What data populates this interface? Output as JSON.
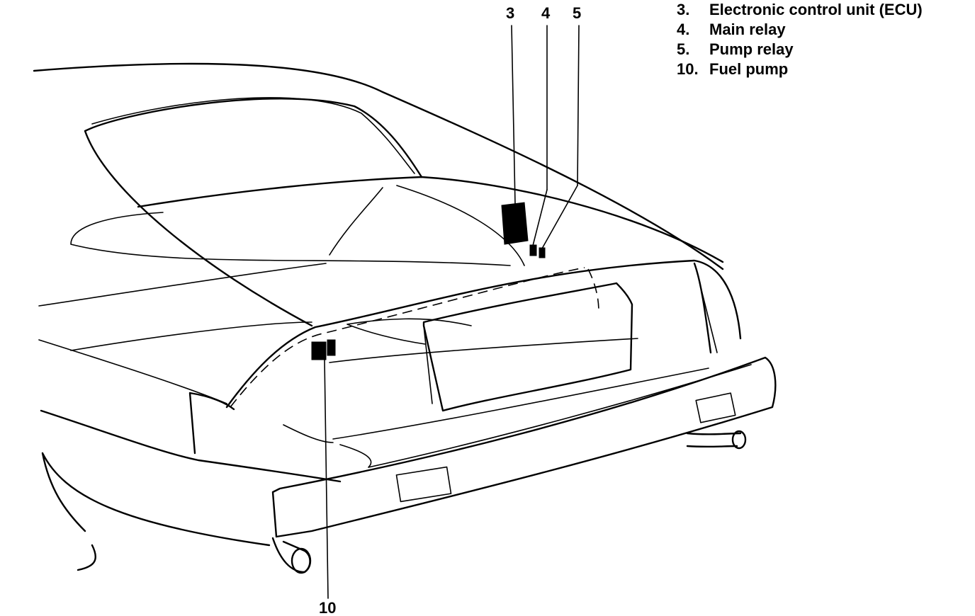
{
  "callouts": {
    "ecu": "3",
    "main_relay": "4",
    "pump_relay": "5",
    "fuel_pump": "10"
  },
  "legend": [
    {
      "num": "3.",
      "label": "Electronic control unit (ECU)"
    },
    {
      "num": "4.",
      "label": "Main relay"
    },
    {
      "num": "5.",
      "label": "Pump relay"
    },
    {
      "num": "10.",
      "label": "Fuel pump"
    }
  ]
}
